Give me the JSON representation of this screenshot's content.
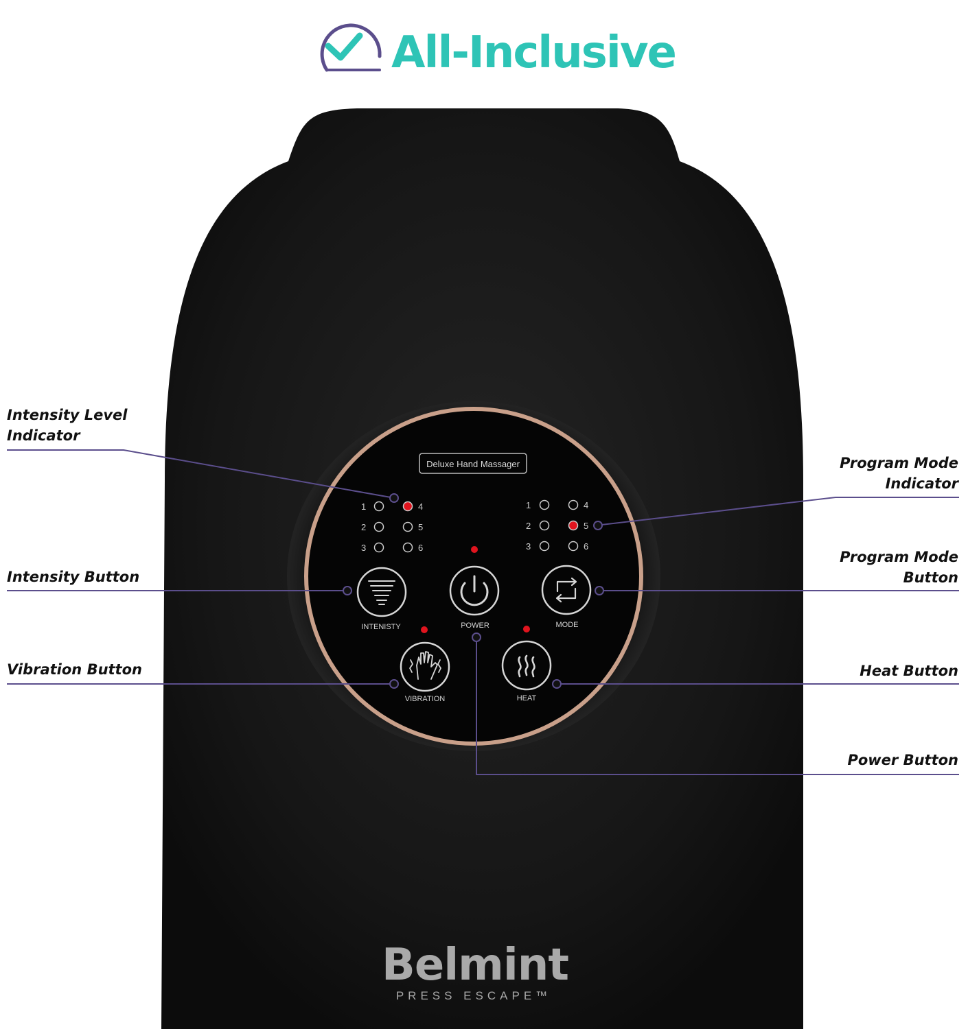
{
  "badge": {
    "text": "All-Inclusive",
    "check_color": "#2ec4b6",
    "arc_color": "#5b4e8c"
  },
  "colors": {
    "device": "#151515",
    "panel": "#050505",
    "ring": "#c9a08a",
    "led_on": "#e0141e",
    "callout_line": "#5b4e8c"
  },
  "panel": {
    "label": "Deluxe Hand Massager",
    "intensity_levels": [
      "1",
      "2",
      "3",
      "4",
      "5",
      "6"
    ],
    "intensity_active": "4",
    "program_levels": [
      "1",
      "2",
      "3",
      "4",
      "5",
      "6"
    ],
    "program_active": "5",
    "buttons": {
      "intensity": "INTENISTY",
      "power": "POWER",
      "mode": "MODE",
      "vibration": "VIBRATION",
      "heat": "HEAT"
    }
  },
  "callouts": {
    "intensity_level_indicator": [
      "Intensity Level",
      "Indicator"
    ],
    "intensity_button": "Intensity Button",
    "vibration_button": "Vibration Button",
    "program_mode_indicator": [
      "Program Mode",
      "Indicator"
    ],
    "program_mode_button": [
      "Program Mode",
      "Button"
    ],
    "heat_button": "Heat Button",
    "power_button": "Power Button"
  },
  "brand": {
    "name": "Belmint",
    "tagline": "PRESS ESCAPE™"
  }
}
